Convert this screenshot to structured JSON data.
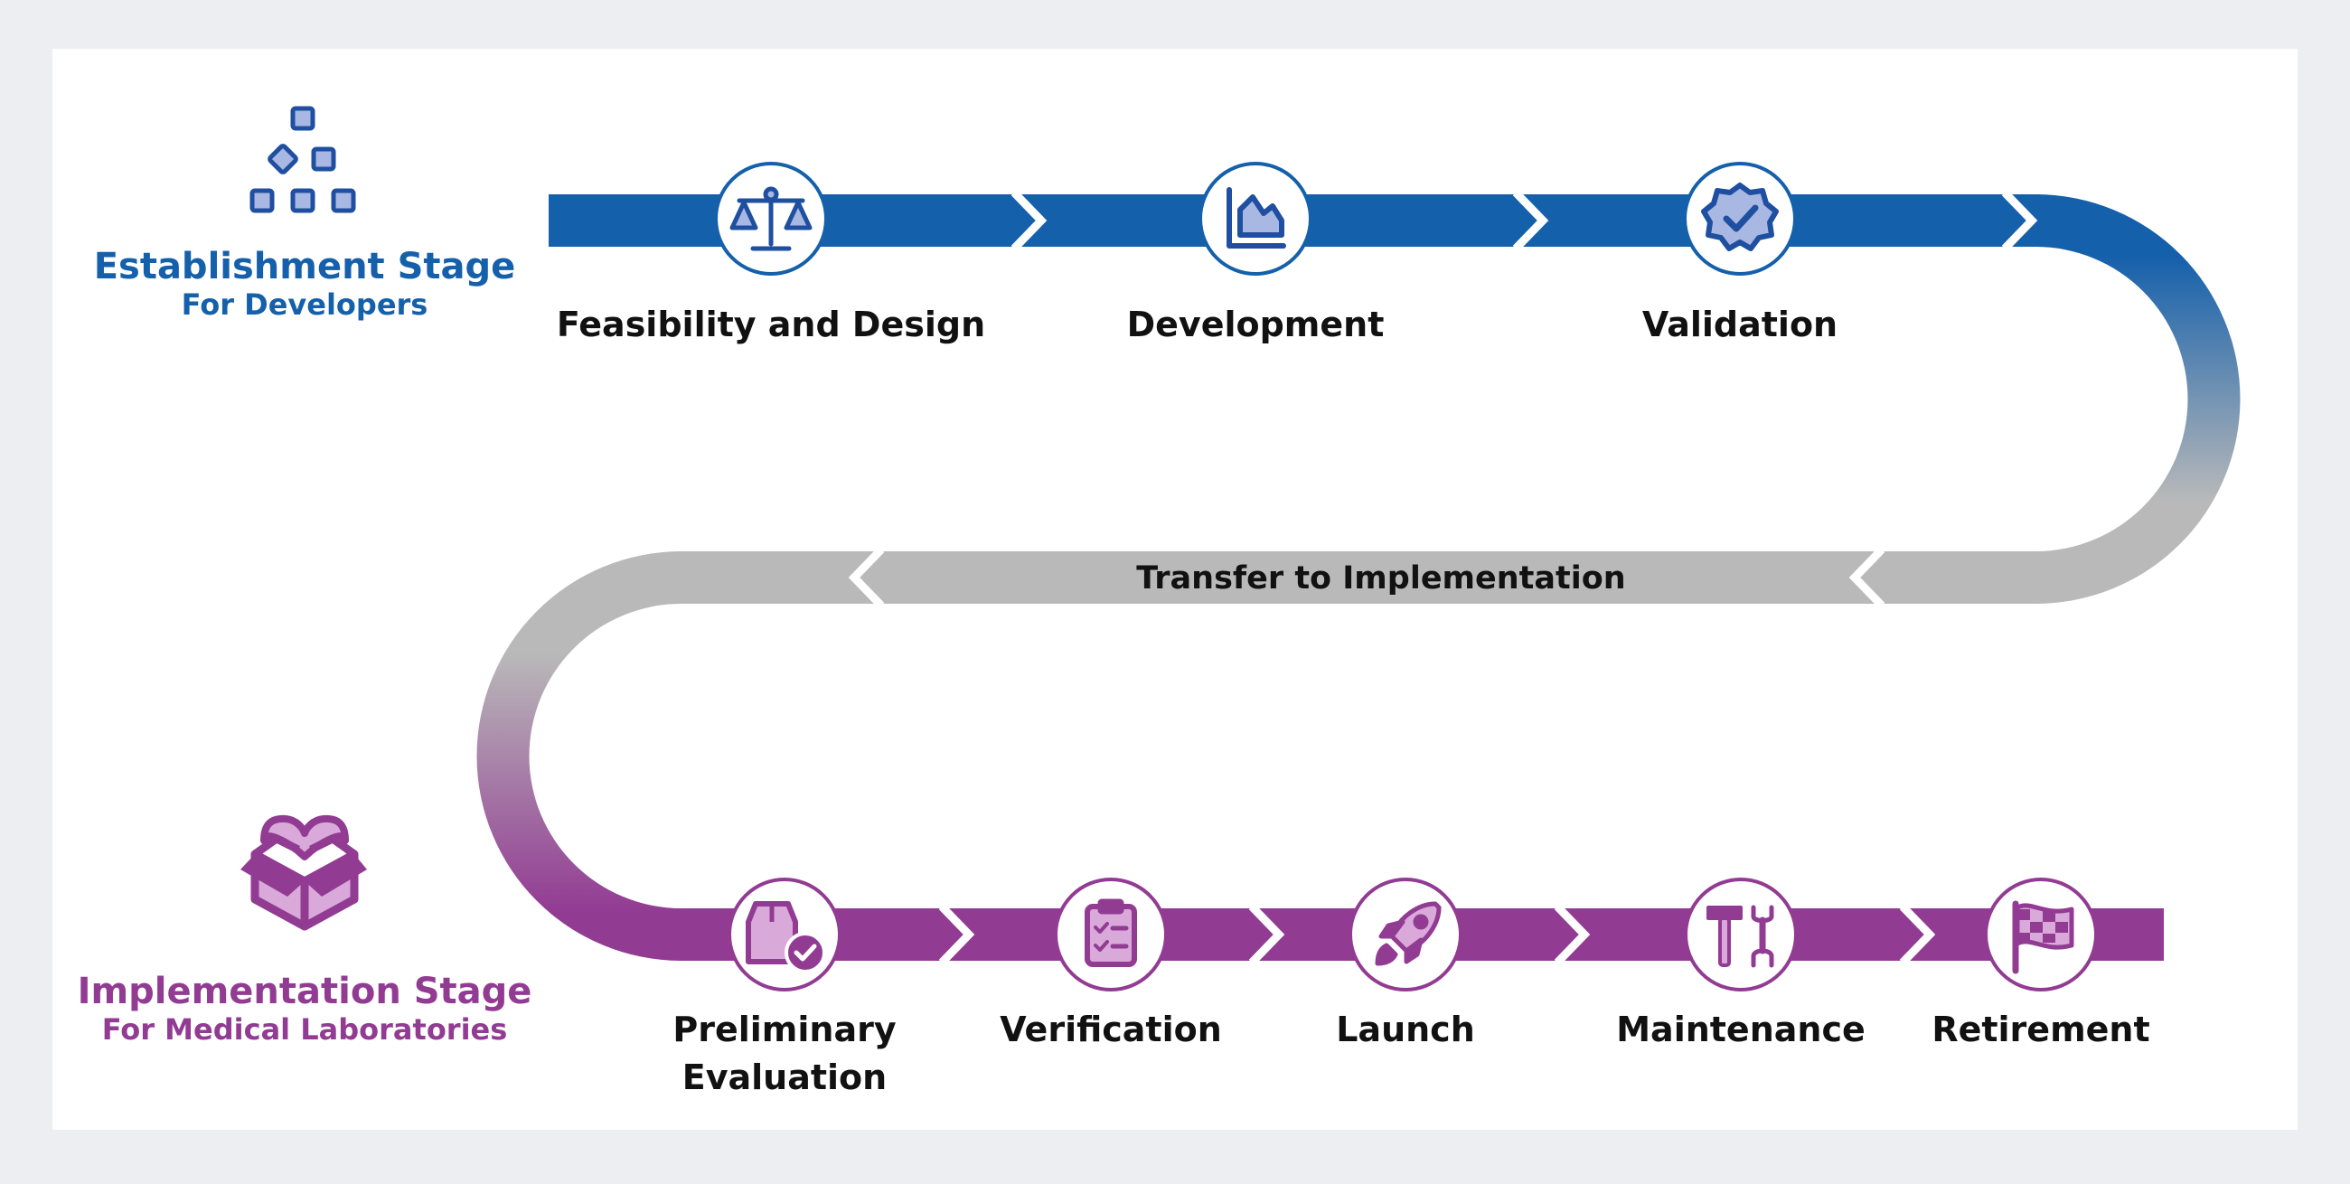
{
  "establishment_stage": {
    "title": "Establishment Stage",
    "subtitle": "For Developers"
  },
  "implementation_stage": {
    "title": "Implementation Stage",
    "subtitle": "For Medical Laboratories"
  },
  "transfer_label": "Transfer to Implementation",
  "establishment_steps": [
    {
      "label": "Feasibility and Design",
      "icon": "balance-scale-icon"
    },
    {
      "label": "Development",
      "icon": "area-chart-icon"
    },
    {
      "label": "Validation",
      "icon": "verified-badge-icon"
    }
  ],
  "implementation_steps": [
    {
      "label_line1": "Preliminary",
      "label_line2": "Evaluation",
      "icon": "document-check-icon"
    },
    {
      "label_line1": "Verification",
      "label_line2": "",
      "icon": "clipboard-checklist-icon"
    },
    {
      "label_line1": "Launch",
      "label_line2": "",
      "icon": "rocket-icon"
    },
    {
      "label_line1": "Maintenance",
      "label_line2": "",
      "icon": "hammer-wrench-icon"
    },
    {
      "label_line1": "Retirement",
      "label_line2": "",
      "icon": "checkered-flag-icon"
    }
  ],
  "colors": {
    "blue": "#1560ab",
    "purple": "#923b93",
    "gray": "#b9b9b9",
    "background": "#eceef1",
    "card": "#ffffff",
    "label": "#111111"
  }
}
